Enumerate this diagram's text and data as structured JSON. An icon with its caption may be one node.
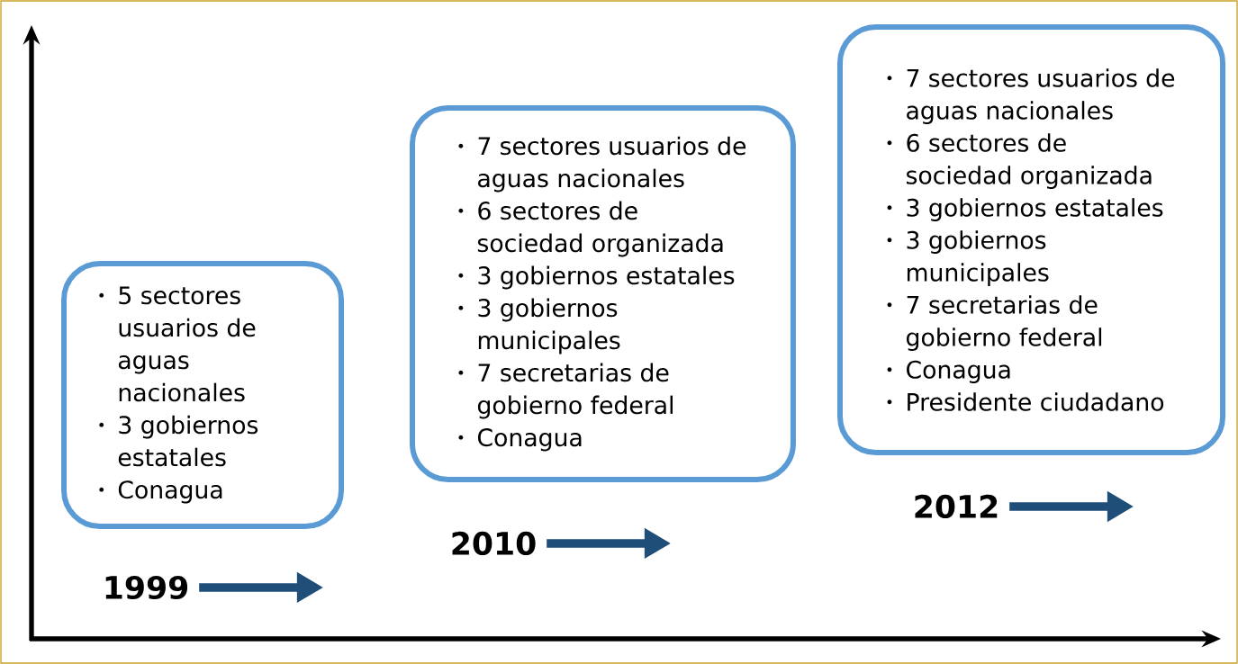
{
  "diagram": {
    "nodes": [
      {
        "text": [
          "5 sectores usuarios de aguas nacionales",
          "3 gobiernos estatales",
          "Conagua"
        ]
      },
      {
        "text": [
          "7 sectores usuarios de aguas nacionales",
          "6 sectores de sociedad organizada",
          "3 gobiernos estatales",
          "3 gobiernos municipales",
          "7 secretarias de gobierno federal",
          "Conagua"
        ]
      },
      {
        "text": [
          "7 sectores usuarios de aguas nacionales",
          "6 sectores de sociedad organizada",
          "3 gobiernos estatales",
          "3 gobiernos municipales",
          "7 secretarias de gobierno federal",
          "Conagua",
          "Presidente ciudadano"
        ]
      },
      {
        "text": [
          "1999"
        ]
      },
      {
        "text": [
          "2010"
        ]
      },
      {
        "text": [
          "2012"
        ]
      }
    ],
    "edges": [
      {
        "from": 3,
        "to": null,
        "arrow": "to"
      },
      {
        "from": 4,
        "to": null,
        "arrow": "to"
      },
      {
        "from": 5,
        "to": null,
        "arrow": "to"
      }
    ]
  }
}
